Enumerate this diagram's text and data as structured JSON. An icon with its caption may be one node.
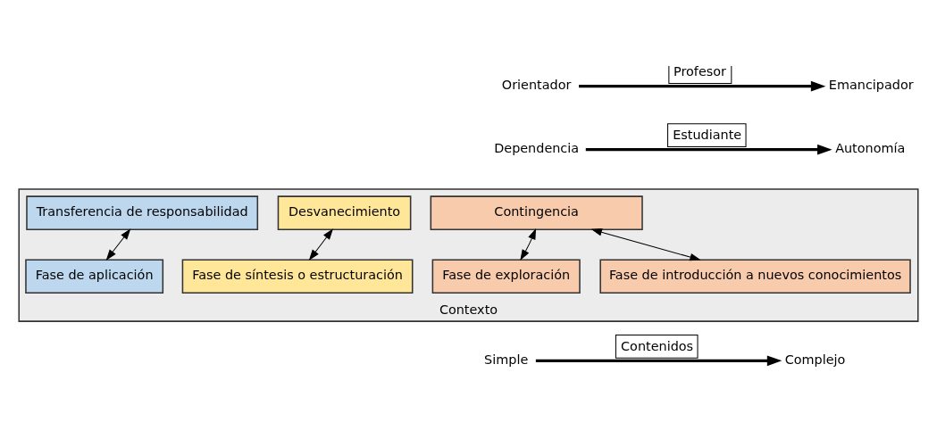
{
  "diagram": {
    "nodes": [
      {
        "text": [
          "Orientador"
        ]
      },
      {
        "text": [
          "Emancipador"
        ]
      },
      {
        "text": [
          "Dependencia"
        ]
      },
      {
        "text": [
          "Autonomía"
        ]
      },
      {
        "text": [
          "Contexto"
        ]
      },
      {
        "text": [
          "Contingencia"
        ],
        "in": 4
      },
      {
        "text": [
          "Desvanecimiento"
        ],
        "in": 4
      },
      {
        "text": [
          "Transferencia de responsabilidad"
        ],
        "in": 4
      },
      {
        "text": [
          "Fase de exploración"
        ],
        "in": 4
      },
      {
        "text": [
          "Fase de introducción a nuevos conocimientos"
        ],
        "in": 4
      },
      {
        "text": [
          "Fase de síntesis o estructuración"
        ],
        "in": 4
      },
      {
        "text": [
          "Fase de aplicación"
        ],
        "in": 4
      },
      {
        "text": [
          "Simple"
        ]
      },
      {
        "text": [
          "Complejo"
        ]
      }
    ],
    "edges": [
      {
        "from": 0,
        "to": 1,
        "arrow": "to",
        "label": "Profesor",
        "style": "thick"
      },
      {
        "from": 2,
        "to": 3,
        "arrow": "to",
        "label": "Estudiante",
        "style": "thick"
      },
      {
        "from": 5,
        "to": 8,
        "arrow": "both"
      },
      {
        "from": 5,
        "to": 9,
        "arrow": "both"
      },
      {
        "from": 6,
        "to": 10,
        "arrow": "both"
      },
      {
        "from": 7,
        "to": 11,
        "arrow": "both"
      },
      {
        "from": 12,
        "to": 13,
        "arrow": "to",
        "label": "Contenidos",
        "style": "thick"
      }
    ]
  }
}
